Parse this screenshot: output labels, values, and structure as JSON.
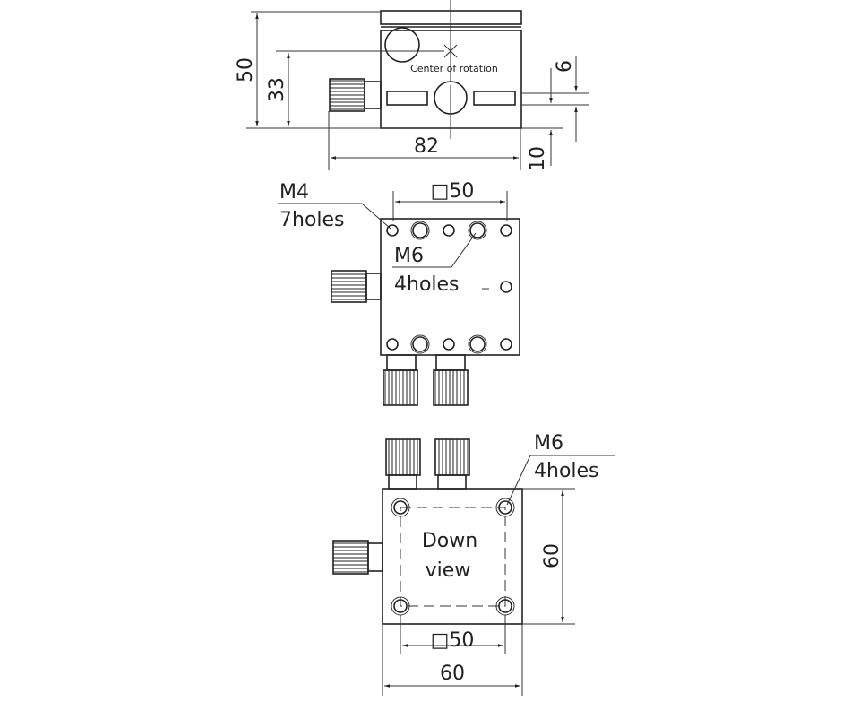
{
  "colors": {
    "line": "#222222",
    "background": "#ffffff"
  },
  "top_view": {
    "dim_height_total": "50",
    "dim_center_height": "33",
    "dim_slot_width": "6",
    "dim_slot_offset": "10",
    "dim_length": "82",
    "center_label": "Center of rotation"
  },
  "middle_view": {
    "dim_square": "□50",
    "m4_label": "M4",
    "m4_holes": "7holes",
    "m6_label": "M6",
    "m6_holes": "4holes"
  },
  "bottom_view": {
    "m6_label": "M6",
    "m6_holes": "4holes",
    "view_label_1": "Down",
    "view_label_2": "view",
    "dim_height": "60",
    "dim_square": "□50",
    "dim_width": "60"
  }
}
